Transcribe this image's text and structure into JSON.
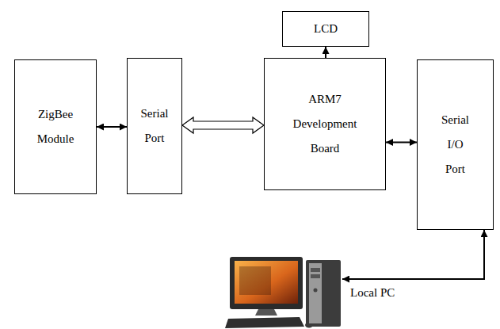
{
  "diagram": {
    "nodes": [
      {
        "text": [
          "ZigBee Module"
        ]
      },
      {
        "text": [
          "Serial Port"
        ]
      },
      {
        "text": [
          "LCD"
        ]
      },
      {
        "text": [
          "ARM7 Development Board"
        ]
      },
      {
        "text": [
          "Serial I/O Port"
        ]
      },
      {
        "text": [
          "Local PC"
        ]
      }
    ],
    "edges": [
      {
        "from": 0,
        "to": 1,
        "arrow": "both"
      },
      {
        "from": 1,
        "to": 3,
        "arrow": "both"
      },
      {
        "from": 3,
        "to": 2,
        "arrow": "to"
      },
      {
        "from": 3,
        "to": 4,
        "arrow": "both"
      },
      {
        "from": 4,
        "to": 5,
        "arrow": "both"
      }
    ]
  }
}
